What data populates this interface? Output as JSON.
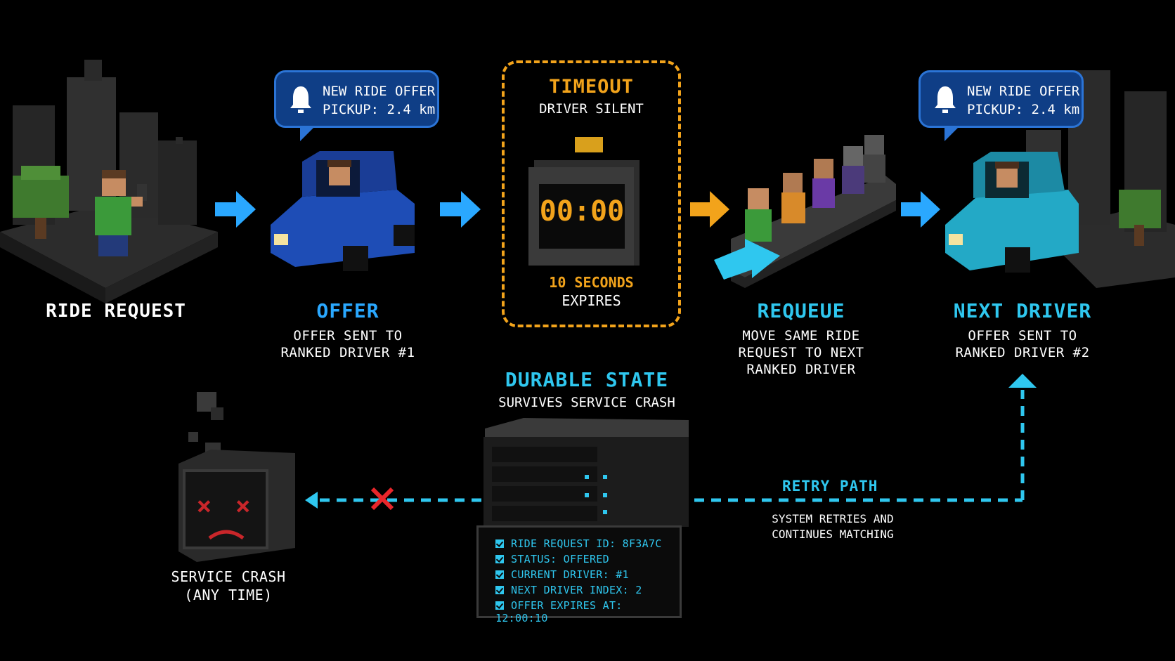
{
  "steps": {
    "ride_request": {
      "title": "RIDE REQUEST"
    },
    "offer": {
      "title": "OFFER",
      "desc_line1": "OFFER SENT TO",
      "desc_line2": "RANKED DRIVER #1"
    },
    "timeout": {
      "title": "TIMEOUT",
      "subtitle": "DRIVER SILENT",
      "timer": "00:00",
      "seconds": "10 SECONDS",
      "expires": "EXPIRES"
    },
    "requeue": {
      "title": "REQUEUE",
      "desc_line1": "MOVE SAME RIDE",
      "desc_line2": "REQUEST TO NEXT",
      "desc_line3": "RANKED DRIVER"
    },
    "next_driver": {
      "title": "NEXT DRIVER",
      "desc_line1": "OFFER SENT TO",
      "desc_line2": "RANKED DRIVER #2"
    }
  },
  "bubbles": {
    "offer": {
      "line1": "NEW RIDE OFFER",
      "line2": "PICKUP: 2.4 km"
    },
    "next": {
      "line1": "NEW RIDE OFFER",
      "line2": "PICKUP: 2.4 km"
    }
  },
  "durable": {
    "title": "DURABLE STATE",
    "subtitle": "SURVIVES SERVICE CRASH",
    "state_items": [
      "RIDE REQUEST ID: 8F3A7C",
      "STATUS: OFFERED",
      "CURRENT DRIVER: #1",
      "NEXT DRIVER INDEX: 2",
      "OFFER EXPIRES AT: 12:00:10"
    ]
  },
  "crash": {
    "line1": "SERVICE CRASH",
    "line2": "(ANY TIME)"
  },
  "retry": {
    "title": "RETRY PATH",
    "line1": "SYSTEM RETRIES AND",
    "line2": "CONTINUES MATCHING"
  },
  "colors": {
    "blue": "#2aa8ff",
    "cyan": "#2fc7ef",
    "orange": "#f2a31b",
    "red": "#e8262b"
  }
}
